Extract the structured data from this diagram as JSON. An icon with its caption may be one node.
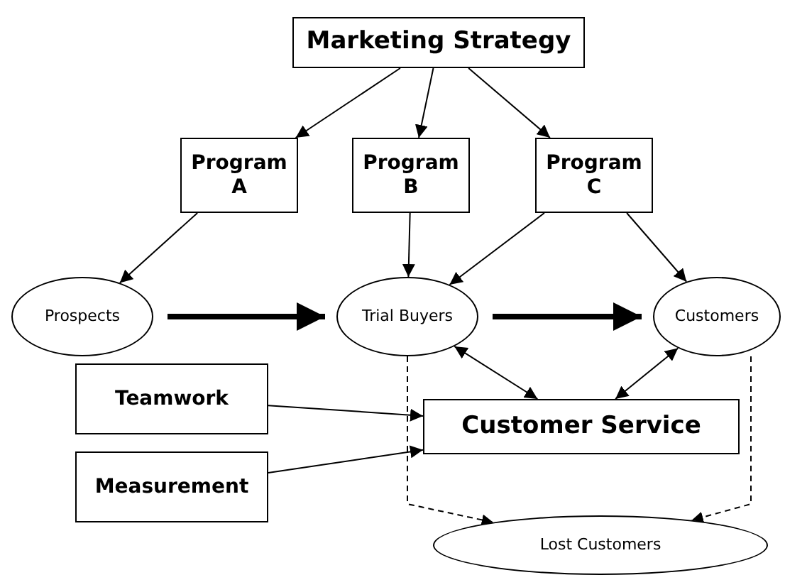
{
  "diagram": {
    "nodes": [
      {
        "text": [
          "Marketing Strategy"
        ]
      },
      {
        "text": [
          "Program A"
        ]
      },
      {
        "text": [
          "Program B"
        ]
      },
      {
        "text": [
          "Program C"
        ]
      },
      {
        "text": [
          "Prospects"
        ]
      },
      {
        "text": [
          "Trial Buyers"
        ]
      },
      {
        "text": [
          "Customers"
        ]
      },
      {
        "text": [
          "Teamwork"
        ]
      },
      {
        "text": [
          "Measurement"
        ]
      },
      {
        "text": [
          "Customer Service"
        ]
      },
      {
        "text": [
          "Lost Customers"
        ]
      }
    ],
    "edges": [
      {
        "from": 0,
        "to": 1,
        "arrow": "to"
      },
      {
        "from": 0,
        "to": 2,
        "arrow": "to"
      },
      {
        "from": 0,
        "to": 3,
        "arrow": "to"
      },
      {
        "from": 1,
        "to": 4,
        "arrow": "to"
      },
      {
        "from": 2,
        "to": 5,
        "arrow": "to"
      },
      {
        "from": 3,
        "to": 5,
        "arrow": "to"
      },
      {
        "from": 3,
        "to": 6,
        "arrow": "to"
      },
      {
        "from": 4,
        "to": 5,
        "arrow": "to",
        "style": "thick"
      },
      {
        "from": 5,
        "to": 6,
        "arrow": "to",
        "style": "thick"
      },
      {
        "from": 5,
        "to": 9,
        "arrow": "both"
      },
      {
        "from": 6,
        "to": 9,
        "arrow": "both"
      },
      {
        "from": 7,
        "to": 9,
        "arrow": "to"
      },
      {
        "from": 8,
        "to": 9,
        "arrow": "to"
      },
      {
        "from": 5,
        "to": 10,
        "arrow": "to",
        "style": "dashed"
      },
      {
        "from": 6,
        "to": 10,
        "arrow": "to",
        "style": "dashed"
      }
    ]
  }
}
